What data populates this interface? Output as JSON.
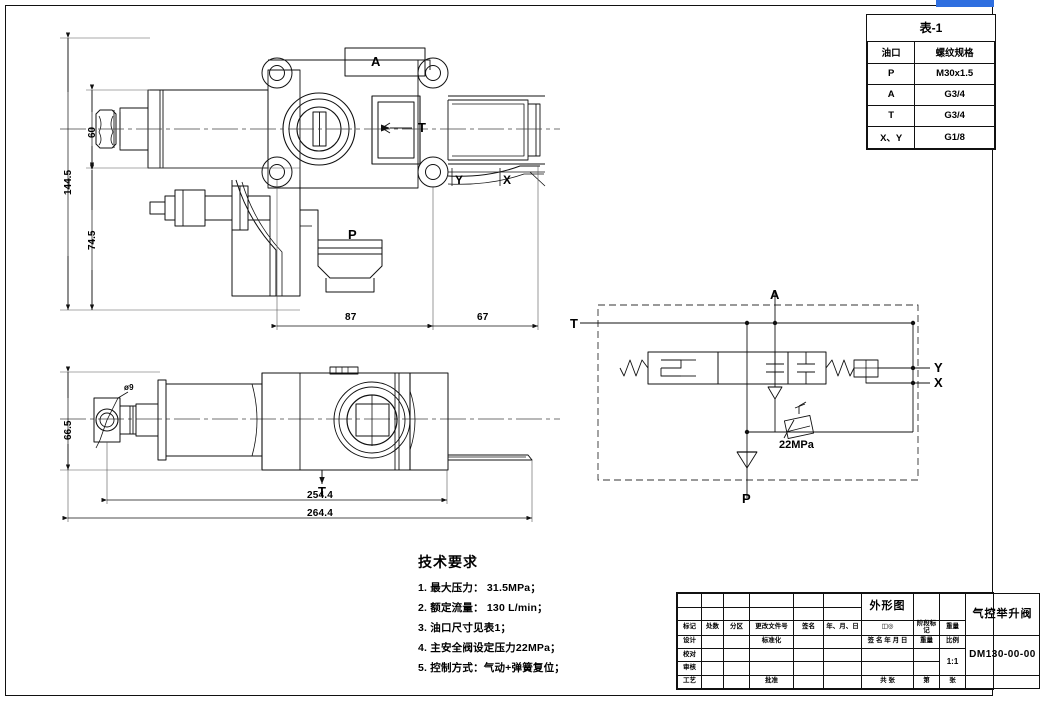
{
  "sheet": {
    "title_top_right_badge": "",
    "drawing_kind": "mechanical-engineering-drawing"
  },
  "port_table": {
    "title": "表-1",
    "headers": [
      "油口",
      "螺纹规格"
    ],
    "rows": [
      [
        "P",
        "M30x1.5"
      ],
      [
        "A",
        "G3/4"
      ],
      [
        "T",
        "G3/4"
      ],
      [
        "X、Y",
        "G1/8"
      ]
    ]
  },
  "front_view": {
    "dimensions": {
      "overall_height": "144.5",
      "upper_height": "60",
      "lower_height": "74.5",
      "left_length": "87",
      "right_length": "67"
    },
    "port_labels": {
      "a": "A",
      "t": "T",
      "p": "P",
      "y": "Y",
      "x": "X"
    }
  },
  "bottom_view": {
    "dimensions": {
      "width": "66.5",
      "length_inner": "254.4",
      "length_outer": "264.4",
      "hole": "ø9"
    },
    "port_labels": {
      "t": "T"
    }
  },
  "schematic": {
    "ports": {
      "a": "A",
      "t": "T",
      "p": "P",
      "x": "X",
      "y": "Y"
    },
    "relief_valve_setting": "22MPa"
  },
  "tech_requirements": {
    "title": "技术要求",
    "items": [
      "1. 最大压力： 31.5MPa；",
      "2. 额定流量： 130 L/min；",
      "3. 油口尺寸见表1；",
      "4. 主安全阀设定压力22MPa；",
      "5. 控制方式：气动+弹簧复位；"
    ]
  },
  "title_block": {
    "rev_headers": [
      "标记",
      "处数",
      "分区",
      "更改文件号",
      "签名",
      "年、月、日"
    ],
    "left_rows": [
      "设计",
      "校对",
      "审核",
      "工艺"
    ],
    "left_col2": [
      "标准化",
      "",
      "",
      "批准"
    ],
    "drawing_type": "外形图",
    "stage_label": "阶段标记",
    "weight_label": "重量",
    "sign_labels": [
      "签",
      "名",
      "年",
      "月",
      "日"
    ],
    "weight_col": "重量",
    "scale_label": "比例",
    "scale_value": "1:1",
    "sheet_labels": [
      "共",
      "张",
      "第",
      "张"
    ],
    "part_name": "气控举升阀",
    "part_number": "DM130-00-00"
  }
}
